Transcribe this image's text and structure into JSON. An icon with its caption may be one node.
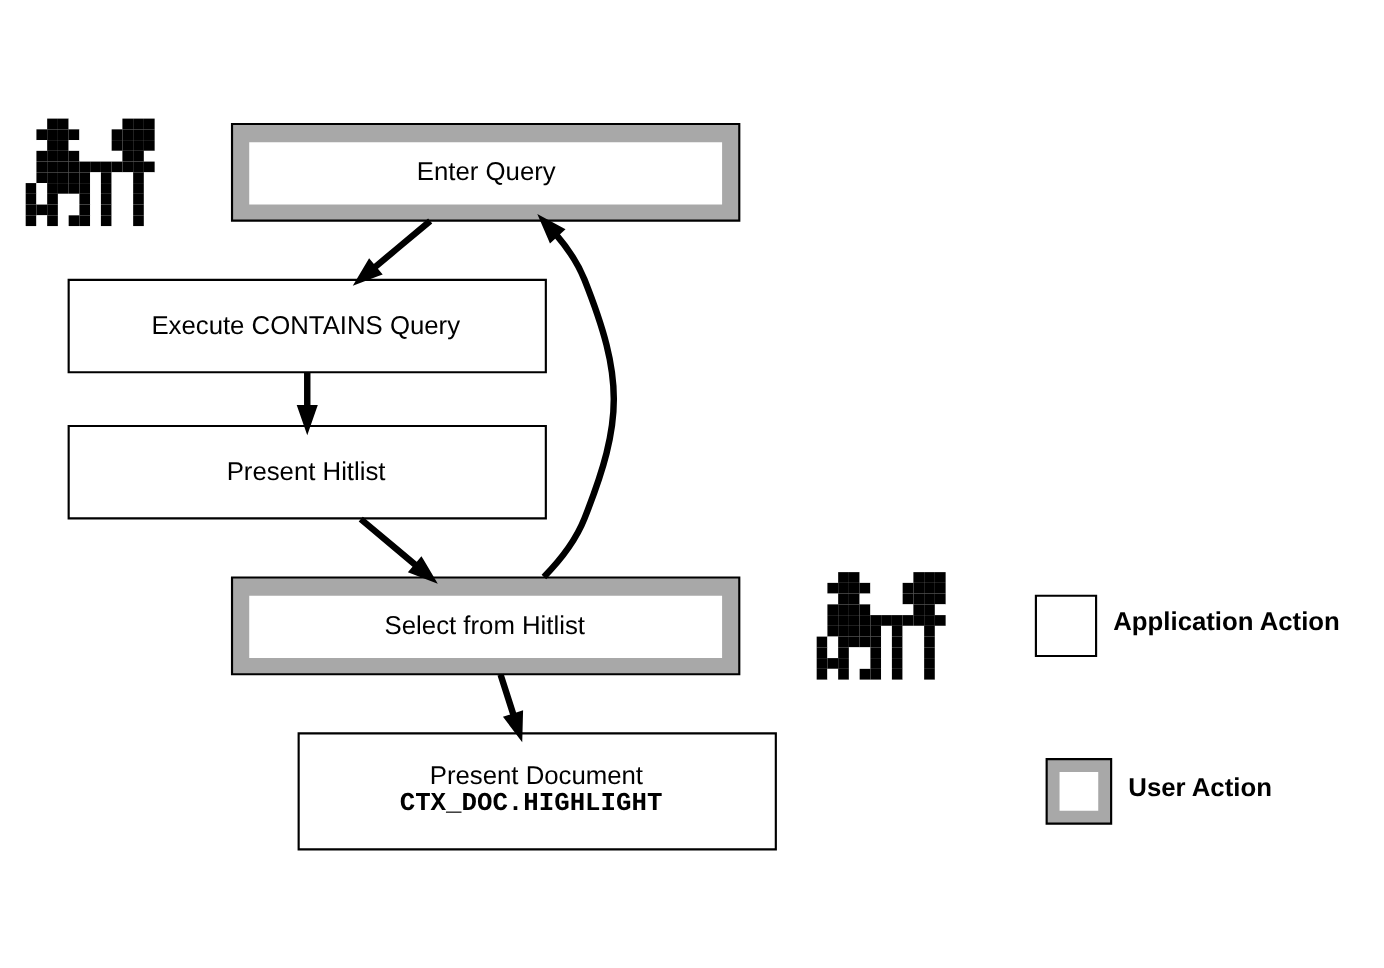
{
  "diagram": {
    "nodes": [
      {
        "text": [],
        "shape": "picture"
      },
      {
        "text": [
          "Enter Query"
        ]
      },
      {
        "text": [
          "Execute CONTAINS Query"
        ]
      },
      {
        "text": [
          "Present Hitlist"
        ]
      },
      {
        "text": [],
        "shape": "picture"
      },
      {
        "text": [
          "Select from Hitlist"
        ]
      },
      {
        "text": [
          "Present Document",
          "CTX_DOC.HIGHLIGHT"
        ]
      }
    ],
    "edges": [
      {
        "from": 1,
        "to": 2,
        "arrow": "to"
      },
      {
        "from": 2,
        "to": 3,
        "arrow": "to"
      },
      {
        "from": 3,
        "to": 5,
        "arrow": "to"
      },
      {
        "from": 5,
        "to": 6,
        "arrow": "to"
      },
      {
        "from": 5,
        "to": 1,
        "arrow": "to"
      }
    ],
    "legend": [
      {
        "text": "Application Action"
      },
      {
        "text": "User Action"
      }
    ]
  }
}
